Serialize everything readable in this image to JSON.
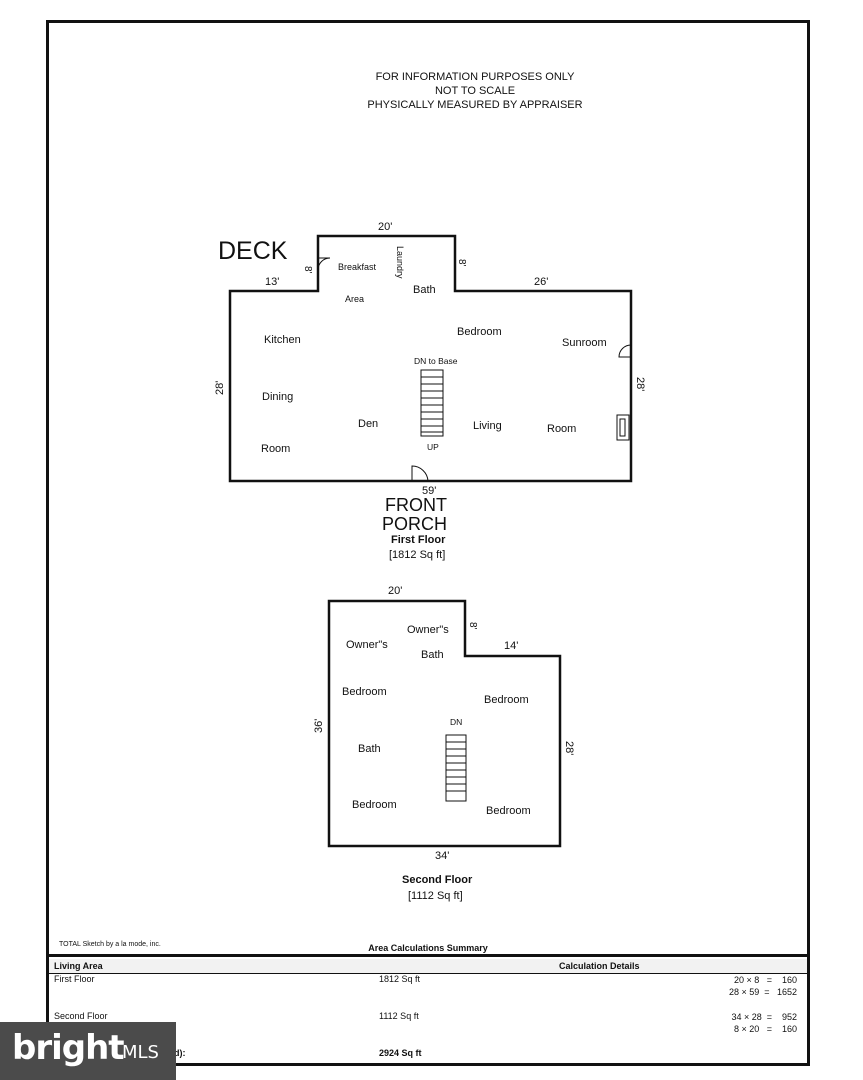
{
  "notice": {
    "line1": "FOR INFORMATION PURPOSES ONLY",
    "line2": "NOT TO SCALE",
    "line3": "PHYSICALLY MEASURED BY APPRAISER"
  },
  "first_floor": {
    "title": "First Floor",
    "area": "[1812 Sq ft]",
    "deck": "DECK",
    "front": "FRONT",
    "porch": "PORCH",
    "dims": {
      "top_20": "20'",
      "left_8": "8'",
      "right_8": "8'",
      "left_13": "13'",
      "right_26": "26'",
      "left_28": "28'",
      "right_28": "28'",
      "bottom_59": "59'"
    },
    "rooms": {
      "breakfast": "Breakfast",
      "laundry": "Laundry",
      "area": "Area",
      "bath": "Bath",
      "kitchen": "Kitchen",
      "bedroom": "Bedroom",
      "sunroom": "Sunroom",
      "dn_to_base": "DN to Base",
      "dining": "Dining",
      "den": "Den",
      "living": "Living",
      "room_right": "Room",
      "room_left": "Room",
      "up": "UP"
    }
  },
  "second_floor": {
    "title": "Second Floor",
    "area": "[1112 Sq ft]",
    "dims": {
      "top_20": "20'",
      "inner_8": "8'",
      "right_14": "14'",
      "left_36": "36'",
      "right_28": "28'",
      "bottom_34": "34'"
    },
    "rooms": {
      "owners_left": "Owner\"s",
      "owners_right": "Owner\"s",
      "bath_top": "Bath",
      "bedroom_left": "Bedroom",
      "bedroom_right": "Bedroom",
      "dn": "DN",
      "bath_mid": "Bath",
      "bedroom_bl": "Bedroom",
      "bedroom_br": "Bedroom"
    }
  },
  "summary": {
    "credit": "TOTAL Sketch by a la mode, inc.",
    "title": "Area Calculations Summary",
    "col_living": "Living Area",
    "col_calc": "Calculation Details",
    "rows": [
      {
        "name": "First Floor",
        "area": "1812 Sq ft",
        "calc1": "20 × 8   =    160",
        "calc2": "28 × 59  =   1652"
      },
      {
        "name": "Second Floor",
        "area": "1112 Sq ft",
        "calc1": "34 × 28  =    952",
        "calc2": "8 × 20   =    160"
      }
    ],
    "total_label": "d):",
    "total_area": "2924 Sq ft"
  },
  "logo": {
    "brand": "bright",
    "mls": "MLS"
  }
}
